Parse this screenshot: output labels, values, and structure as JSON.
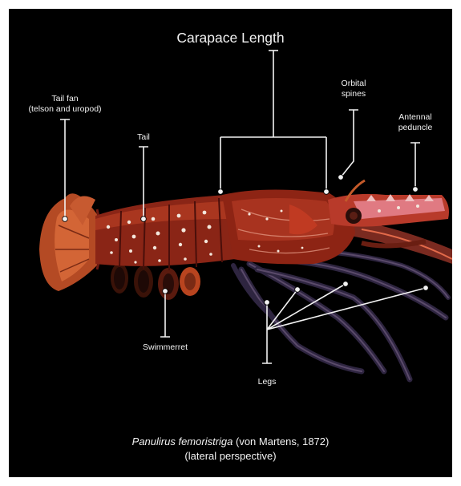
{
  "diagram": {
    "title": "Carapace Length",
    "labels": {
      "tail_fan_line1": "Tail fan",
      "tail_fan_line2": "(telson and uropod)",
      "tail": "Tail",
      "orbital_line1": "Orbital",
      "orbital_line2": "spines",
      "antennal_line1": "Antennal",
      "antennal_line2": "peduncle",
      "swimmerret": "Swimmerret",
      "legs": "Legs"
    },
    "caption": {
      "species": "Panulirus femoristriga",
      "authority": "(von Martens, 1872)",
      "perspective": "(lateral perspective)"
    }
  },
  "colors": {
    "background": "#000000",
    "frame": "#ffffff",
    "annotation": "#f2f2f2",
    "shell_dark": "#6e1a12",
    "shell_mid": "#9c2f1e",
    "shell_light": "#d35a3a",
    "spots": "#f3e7dc",
    "legs": "#2e2540"
  }
}
